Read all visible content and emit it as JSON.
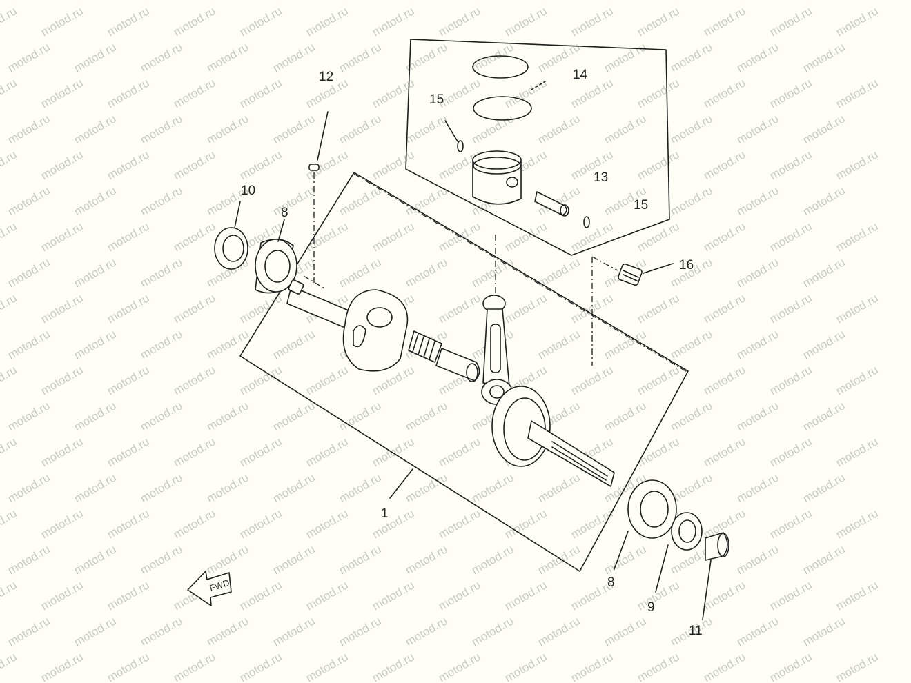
{
  "watermark": "motod.ru",
  "callouts": [
    "1",
    "8",
    "8",
    "9",
    "10",
    "11",
    "12",
    "13",
    "14",
    "15",
    "15",
    "16"
  ],
  "front_marker": "FWD",
  "colors": {
    "ink": "#1e1e1e",
    "paper": "#fffef6",
    "watermark": "#c9c9c4"
  }
}
